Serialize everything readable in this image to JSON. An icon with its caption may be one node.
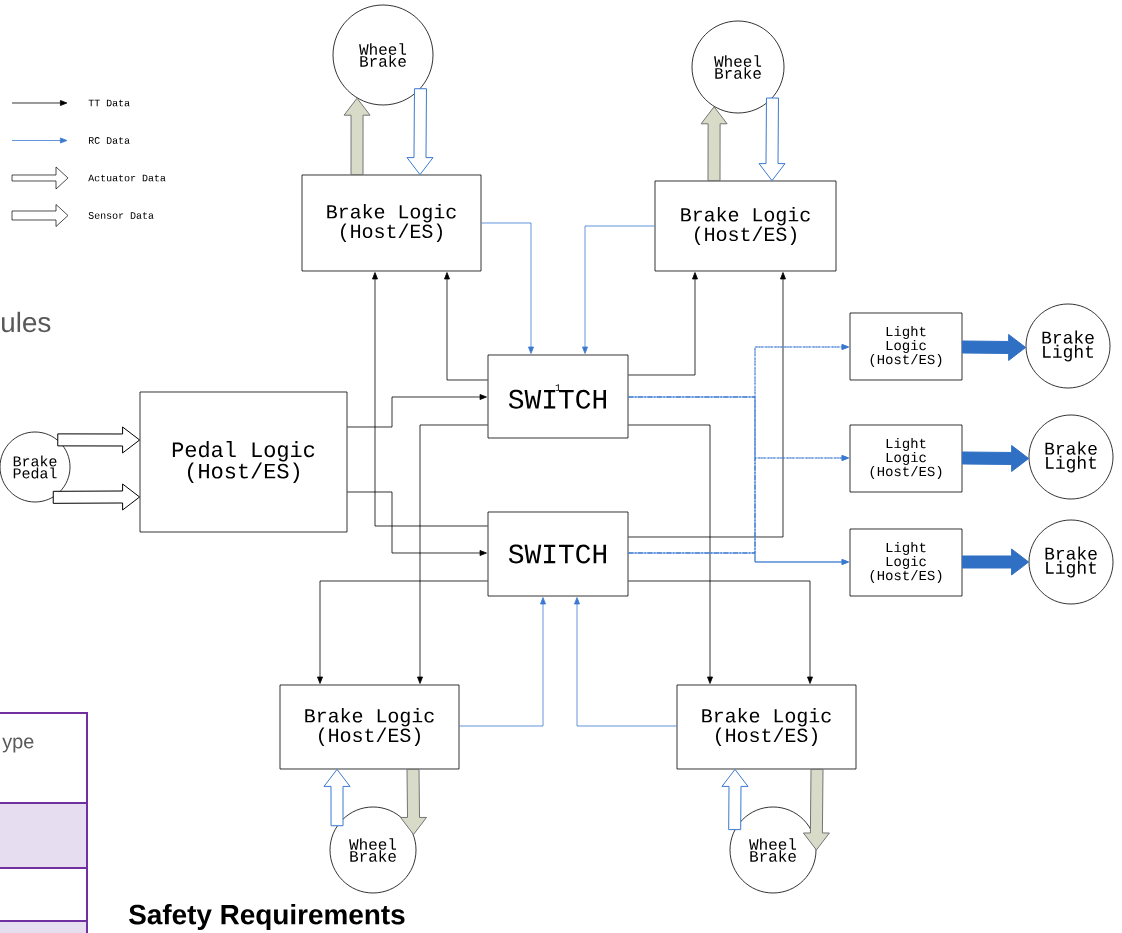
{
  "diagram": {
    "nodes": [
      {
        "text": [
          "Wheel Brake"
        ]
      },
      {
        "text": [
          "Wheel Brake"
        ]
      },
      {
        "text": [
          "Brake Logic (Host/ES)"
        ]
      },
      {
        "text": [
          "Brake Logic (Host/ES)"
        ]
      },
      {
        "text": [
          "1",
          "SWITCH"
        ]
      },
      {
        "text": [
          "Brake Pedal"
        ]
      },
      {
        "text": [
          "Pedal Logic (Host/ES)"
        ]
      },
      {
        "text": [
          "SWITCH"
        ]
      },
      {
        "text": [
          "Light Logic (Host/ES)"
        ]
      },
      {
        "text": [
          "Brake Light"
        ]
      },
      {
        "text": [
          "Light Logic (Host/ES)"
        ]
      },
      {
        "text": [
          "Brake Light"
        ]
      },
      {
        "text": [
          "Light Logic (Host/ES)"
        ]
      },
      {
        "text": [
          "Brake Light"
        ]
      },
      {
        "text": [
          "Brake Logic (Host/ES)"
        ]
      },
      {
        "text": [
          "Brake Logic (Host/ES)"
        ]
      },
      {
        "text": [
          "Wheel Brake"
        ]
      },
      {
        "text": [
          "Wheel Brake"
        ]
      }
    ],
    "edges": [
      {
        "from": 2,
        "to": 0,
        "arrow": "to",
        "style": "thick",
        "color": "#d9dbc9"
      },
      {
        "from": 0,
        "to": 2,
        "arrow": "to",
        "style": "thick",
        "color": "#3a78d0"
      },
      {
        "from": 3,
        "to": 1,
        "arrow": "to",
        "style": "thick",
        "color": "#d9dbc9"
      },
      {
        "from": 1,
        "to": 3,
        "arrow": "to",
        "style": "thick",
        "color": "#3a78d0"
      },
      {
        "from": 5,
        "to": 6,
        "arrow": "to",
        "style": "thick"
      },
      {
        "from": 5,
        "to": 6,
        "arrow": "to",
        "style": "thick"
      },
      {
        "from": 4,
        "to": 2,
        "arrow": "to"
      },
      {
        "from": 7,
        "to": 2,
        "arrow": "to"
      },
      {
        "from": 6,
        "to": 4,
        "arrow": "to"
      },
      {
        "from": 6,
        "to": 7,
        "arrow": "to"
      },
      {
        "from": 4,
        "to": 3,
        "arrow": "to"
      },
      {
        "from": 7,
        "to": 3,
        "arrow": "to"
      },
      {
        "from": 4,
        "to": 14,
        "arrow": "to"
      },
      {
        "from": 7,
        "to": 14,
        "arrow": "to"
      },
      {
        "from": 4,
        "to": 15,
        "arrow": "to"
      },
      {
        "from": 7,
        "to": 15,
        "arrow": "to"
      },
      {
        "from": 2,
        "to": 4,
        "arrow": "to",
        "color": "#3a78d0"
      },
      {
        "from": 3,
        "to": 4,
        "arrow": "to",
        "color": "#3a78d0"
      },
      {
        "from": 14,
        "to": 7,
        "arrow": "to",
        "color": "#3a78d0"
      },
      {
        "from": 15,
        "to": 7,
        "arrow": "to",
        "color": "#3a78d0"
      },
      {
        "from": 4,
        "to": 8,
        "arrow": "to",
        "style": "dashed",
        "color": "#3a78d0"
      },
      {
        "from": 4,
        "to": 10,
        "arrow": "to",
        "style": "dashed",
        "color": "#3a78d0"
      },
      {
        "from": 4,
        "to": 12,
        "arrow": "to",
        "color": "#3a78d0"
      },
      {
        "from": 7,
        "to": 8,
        "arrow": "to",
        "style": "dashed",
        "color": "#3a78d0"
      },
      {
        "from": 7,
        "to": 10,
        "arrow": "to",
        "style": "dashed",
        "color": "#3a78d0"
      },
      {
        "from": 7,
        "to": 12,
        "arrow": "to",
        "color": "#3a78d0"
      },
      {
        "from": 8,
        "to": 9,
        "arrow": "to",
        "style": "thick",
        "color": "#2f6fc4"
      },
      {
        "from": 10,
        "to": 11,
        "arrow": "to",
        "style": "thick",
        "color": "#2f6fc4"
      },
      {
        "from": 12,
        "to": 13,
        "arrow": "to",
        "style": "thick",
        "color": "#2f6fc4"
      },
      {
        "from": 14,
        "to": 16,
        "arrow": "to",
        "style": "thick",
        "color": "#d9dbc9"
      },
      {
        "from": 16,
        "to": 14,
        "arrow": "to",
        "style": "thick",
        "color": "#3a78d0"
      },
      {
        "from": 15,
        "to": 17,
        "arrow": "to",
        "style": "thick",
        "color": "#d9dbc9"
      },
      {
        "from": 17,
        "to": 15,
        "arrow": "to",
        "style": "thick",
        "color": "#3a78d0"
      }
    ],
    "labels": [
      "ules",
      "ype",
      "Safety Requirements"
    ],
    "legend": [
      {
        "text": "TT Data"
      },
      {
        "text": "RC Data"
      },
      {
        "text": "Actuator Data"
      },
      {
        "text": "Sensor Data"
      }
    ]
  }
}
